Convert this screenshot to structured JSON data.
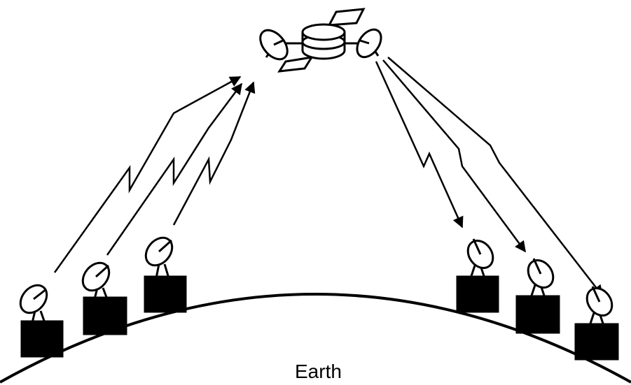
{
  "diagram": {
    "earth_label": "Earth",
    "colors": {
      "ink": "#000000",
      "background": "#ffffff"
    },
    "uplink_station_count": 3,
    "downlink_station_count": 3,
    "icons": [
      "satellite-icon",
      "ground-station-dish-icon",
      "lightning-signal-arrow-icon"
    ]
  }
}
